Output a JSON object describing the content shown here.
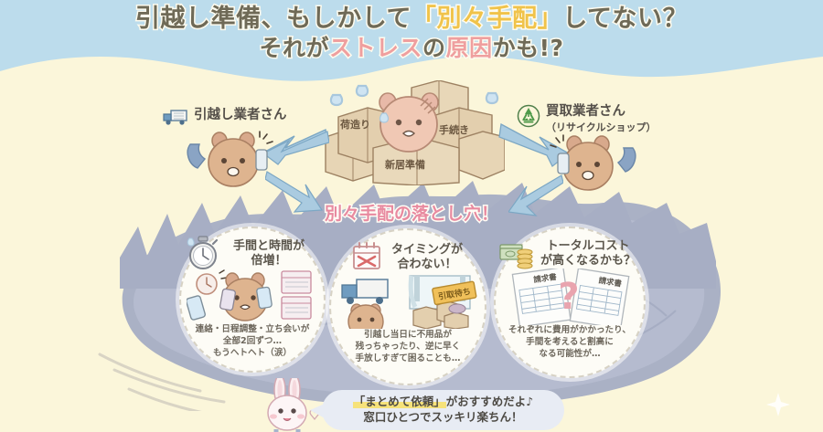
{
  "title": {
    "line1_parts": [
      {
        "t": "引越し準備、もしかして",
        "c": "plain"
      },
      {
        "t": "「別々手配」",
        "c": "yellow"
      },
      {
        "t": "してない？",
        "c": "plain"
      }
    ],
    "line2_parts": [
      {
        "t": "それが",
        "c": "plain"
      },
      {
        "t": "ストレス",
        "c": "pink"
      },
      {
        "t": "の",
        "c": "plain"
      },
      {
        "t": "原因",
        "c": "pink"
      },
      {
        "t": "かも!?",
        "c": "plain"
      }
    ],
    "line1_text": "引越し準備、もしかして「別々手配」してない？",
    "line2_text": "それがストレスの原因かも!?"
  },
  "labels": {
    "mover": {
      "icon": "truck-icon",
      "text": "引越し業者さん"
    },
    "buyer": {
      "icon": "recycle-icon",
      "text": "買取業者さん",
      "sub": "（リサイクルショップ）"
    }
  },
  "boxes": {
    "label1": "荷造り",
    "label2": "手続き",
    "label3": "新居準備"
  },
  "pitfall_heading": "別々手配の落とし穴！",
  "circles": [
    {
      "id": "c1",
      "icon": "stopwatch-icon",
      "heading": "手間と時間が\n倍増！",
      "body": "連絡・日程調整・立ち会いが\n全部2回ずつ…\nもうヘトヘト（涙）"
    },
    {
      "id": "c2",
      "icon": "calendar-x-icon",
      "heading": "タイミングが\n合わない！",
      "body": "引越し当日に不用品が\n残っちゃったり、逆に早く\n手放しすぎて困ることも…"
    },
    {
      "id": "c3",
      "icon": "money-icon",
      "heading": "トータルコスト\nが高くなるかも？",
      "body": "それぞれに費用がかかったり、\n手間を考えると割高に\nなる可能性が…",
      "doc_label": "請求書"
    }
  ],
  "bubble": {
    "line1_pre": "",
    "line1_mark": "「まとめて依頼」",
    "line1_post": "がおすすめだよ♪",
    "line2": "窓口ひとつでスッキリ楽ちん！"
  },
  "colors": {
    "sky": "#bcdcec",
    "cream": "#fbf6da",
    "pit": "#a7aec4",
    "accent_yellow": "#f0c34a",
    "accent_pink": "#ef9f9f",
    "heading_pink": "#e88aa0",
    "bubble": "#e8ecf4"
  }
}
